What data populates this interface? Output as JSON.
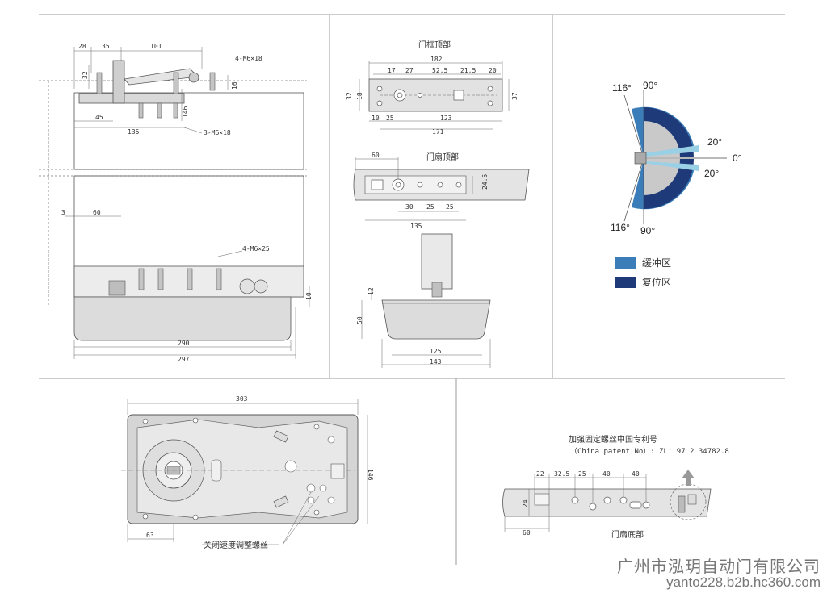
{
  "side_view": {
    "top_dims": [
      "28",
      "35",
      "101"
    ],
    "left_dims": [
      "32",
      "146"
    ],
    "right_dims": [
      "4-M6×18",
      "16"
    ],
    "mid_dims": [
      "45",
      "135"
    ],
    "screw_note": "3-M6×18",
    "lower_dims": [
      "3",
      "60"
    ],
    "screw_note2": "4-M6×25",
    "bottom_dims": [
      "290",
      "297"
    ],
    "right_small": "10"
  },
  "frame_top": {
    "title": "门框顶部",
    "dims_top": [
      "182"
    ],
    "dims_row": [
      "17",
      "27",
      "52.5",
      "21.5",
      "20"
    ],
    "dims_side": [
      "32",
      "18",
      "37"
    ],
    "dims_bottom": [
      "10",
      "25",
      "123",
      "171"
    ]
  },
  "leaf_top": {
    "title": "门扇顶部",
    "dims": [
      "60",
      "24.5",
      "30",
      "25",
      "25",
      "135"
    ]
  },
  "front_view": {
    "dims": [
      "12",
      "50",
      "125",
      "143"
    ]
  },
  "angle_chart": {
    "angles": [
      "116°",
      "90°",
      "20°",
      "0°",
      "20°",
      "116°",
      "90°"
    ],
    "legend": [
      {
        "label": "缓冲区",
        "color": "#3b7db8"
      },
      {
        "label": "复位区",
        "color": "#1f3a78"
      }
    ]
  },
  "plan_view": {
    "dims": [
      "303",
      "146",
      "63"
    ],
    "caption": "关闭速度调整螺丝"
  },
  "leaf_bottom": {
    "patent_cn": "加强固定螺丝中国专利号",
    "patent_en": "（China patent No）: ZL' 97 2 34782.8",
    "dims": [
      "22",
      "32.5",
      "25",
      "40",
      "40",
      "24",
      "60"
    ],
    "title": "门扇底部"
  },
  "watermark": {
    "company": "广州市泓玥自动门有限公司",
    "url": "yanto228.b2b.hc360.com"
  }
}
